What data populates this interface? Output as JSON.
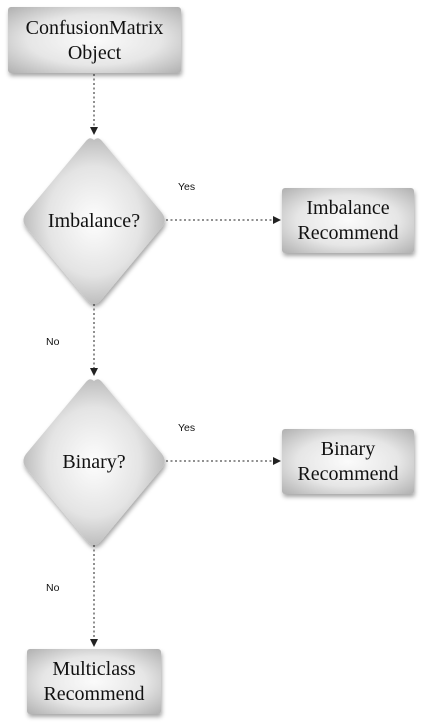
{
  "diagram": {
    "nodes": {
      "confusion_matrix": {
        "lines": [
          "ConfusionMatrix",
          "Object"
        ],
        "shape": "box"
      },
      "imbalance_check": {
        "lines": [
          "Imbalance?"
        ],
        "shape": "diamond"
      },
      "imbalance_recommend": {
        "lines": [
          "Imbalance",
          "Recommend"
        ],
        "shape": "box"
      },
      "binary_check": {
        "lines": [
          "Binary?"
        ],
        "shape": "diamond"
      },
      "binary_recommend": {
        "lines": [
          "Binary",
          "Recommend"
        ],
        "shape": "box"
      },
      "multiclass_recommend": {
        "lines": [
          "Multiclass",
          "Recommend"
        ],
        "shape": "box"
      }
    },
    "edges": {
      "imbalance_yes": "Yes",
      "imbalance_no": "No",
      "binary_yes": "Yes",
      "binary_no": "No"
    },
    "colors": {
      "node_fill_light": "#fafafa",
      "node_fill_dark": "#b4b4b4",
      "edge_line": "#222222"
    }
  }
}
